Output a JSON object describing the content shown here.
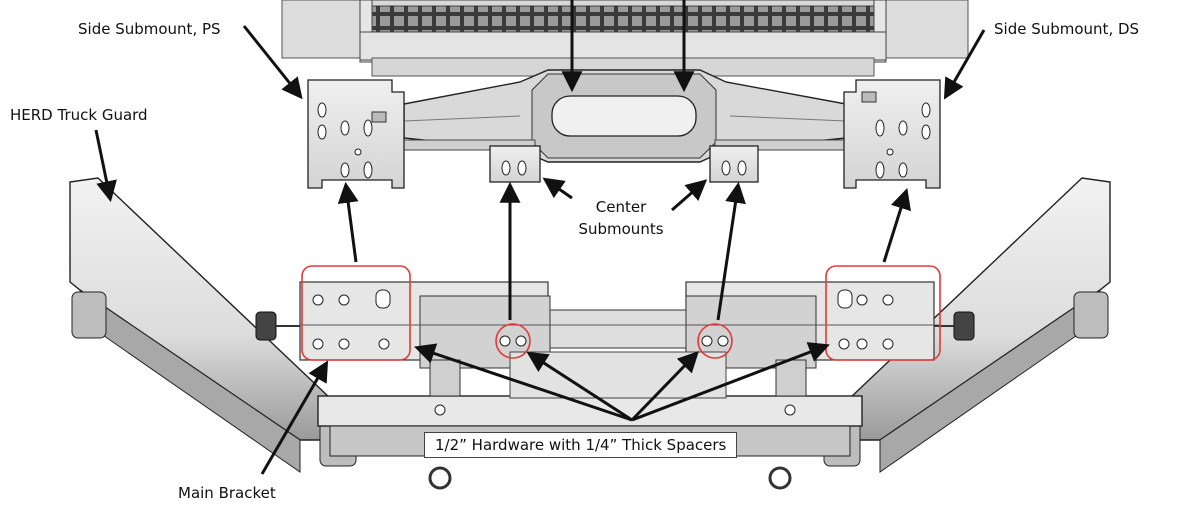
{
  "labels": {
    "side_submount_ps": "Side Submount, PS",
    "side_submount_ds": "Side Submount, DS",
    "truck_guard": "HERD Truck Guard",
    "center_submounts_line1": "Center",
    "center_submounts_line2": "Submounts",
    "hardware_note": "1/2” Hardware with 1/4” Thick  Spacers",
    "main_bracket": "Main Bracket"
  },
  "colors": {
    "line": "#111111",
    "metal_light": "#e9e9e9",
    "metal_mid": "#c9c9c9",
    "metal_dark": "#7a7a7a",
    "highlight_circle": "#e23a3a"
  }
}
